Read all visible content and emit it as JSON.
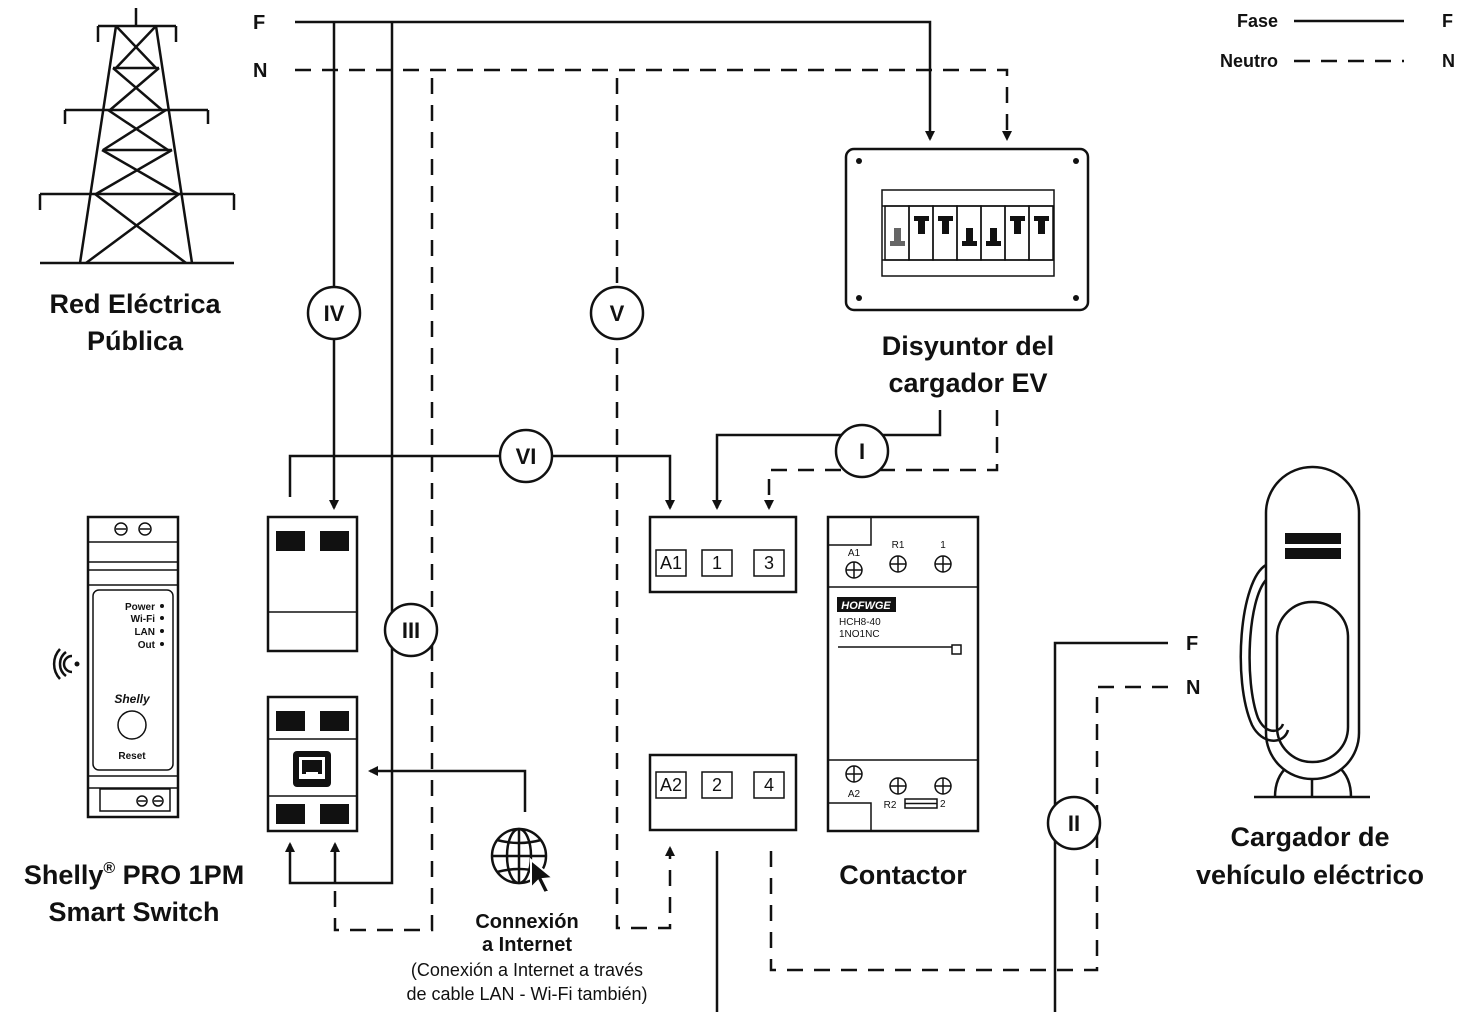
{
  "legend": {
    "phase_label": "Fase",
    "phase_code": "F",
    "neutral_label": "Neutro",
    "neutral_code": "N"
  },
  "grid": {
    "line_f": "F",
    "line_n": "N",
    "title_line1": "Red Eléctrica",
    "title_line2": "Pública"
  },
  "breaker": {
    "title_line1": "Disyuntor del",
    "title_line2": "cargador EV"
  },
  "shelly": {
    "status_power": "Power",
    "status_wifi": "Wi-Fi",
    "status_lan": "LAN",
    "status_out": "Out",
    "brand": "Shelly",
    "reset": "Reset",
    "title_line1": "Shelly",
    "title_reg": "®",
    "title_line1b": " PRO 1PM",
    "title_line2": "Smart Switch"
  },
  "internet": {
    "title_line1": "Connexión",
    "title_line2": "a Internet",
    "note_line1": "(Conexión a Internet a través",
    "note_line2": "de cable LAN - Wi-Fi también)"
  },
  "terminals": {
    "top": [
      "A1",
      "1",
      "3"
    ],
    "bottom": [
      "A2",
      "2",
      "4"
    ]
  },
  "contactor": {
    "a1": "A1",
    "r1": "R1",
    "one": "1",
    "brand": "HOFWGE",
    "model": "HCH8-40",
    "config": "1NO1NC",
    "a2": "A2",
    "r2": "R2",
    "two": "2",
    "title": "Contactor"
  },
  "charger": {
    "line_f": "F",
    "line_n": "N",
    "title_line1": "Cargador de",
    "title_line2": "vehículo eléctrico"
  },
  "markers": {
    "i": "I",
    "ii": "II",
    "iii": "III",
    "iv": "IV",
    "v": "V",
    "vi": "VI"
  }
}
